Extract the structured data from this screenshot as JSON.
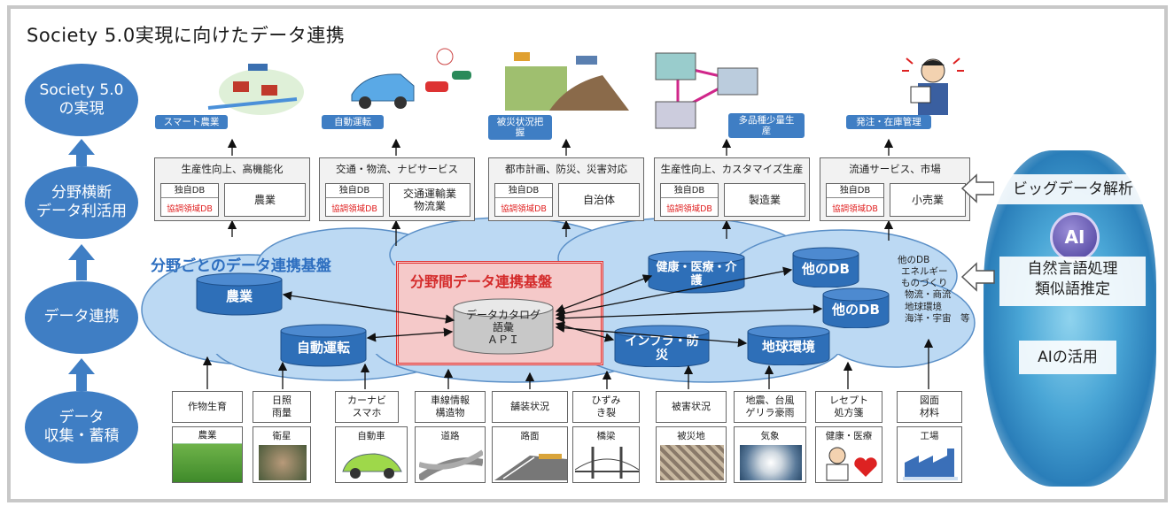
{
  "title": "Society 5.0実現に向けたデータ連携",
  "levels": [
    {
      "label": "Society 5.0\nの実現"
    },
    {
      "label": "分野横断\nデータ利活用"
    },
    {
      "label": "データ連携"
    },
    {
      "label": "データ\n収集・蓄積"
    }
  ],
  "applications": [
    {
      "label": "スマート農業"
    },
    {
      "label": "自動運転"
    },
    {
      "label": "被災状況把\n握"
    },
    {
      "label": "多品種少量生\n産"
    },
    {
      "label": "発注・在庫管理"
    }
  ],
  "domains": [
    {
      "title": "生産性向上、高機能化",
      "name": "農業",
      "own_db": "独自DB",
      "coop_db": "協調領域DB"
    },
    {
      "title": "交通・物流、ナビサービス",
      "name": "交通運輸業\n物流業",
      "own_db": "独自DB",
      "coop_db": "協調領域DB"
    },
    {
      "title": "都市計画、防災、災害対応",
      "name": "自治体",
      "own_db": "独自DB",
      "coop_db": "協調領域DB"
    },
    {
      "title": "生産性向上、カスタマイズ生産",
      "name": "製造業",
      "own_db": "独自DB",
      "coop_db": "協調領域DB"
    },
    {
      "title": "流通サービス、市場",
      "name": "小売業",
      "own_db": "独自DB",
      "coop_db": "協調領域DB"
    }
  ],
  "platform": {
    "field_label": "分野ごとのデータ連携基盤",
    "hub_title": "分野間データ連携基盤",
    "hub_db": "データカタログ\n語彙\nＡＰＩ"
  },
  "db_nodes": [
    {
      "label": "農業"
    },
    {
      "label": "自動運転"
    },
    {
      "label": "健康・医療・介\n護"
    },
    {
      "label": "他のDB"
    },
    {
      "label": "他のDB"
    },
    {
      "label": "インフラ・防\n災"
    },
    {
      "label": "地球環境"
    }
  ],
  "others_list": [
    "他のDB",
    "エネルギー",
    "ものづくり",
    "物流・商流",
    "地球環境",
    "海洋・宇宙　等"
  ],
  "sources": [
    {
      "top": "作物生育",
      "bottom": "農業"
    },
    {
      "top": "日照\n雨量",
      "bottom": "衛星"
    },
    {
      "top": "カーナビ\nスマホ",
      "bottom": "自動車"
    },
    {
      "top": "車線情報\n構造物",
      "bottom": "道路"
    },
    {
      "top": "舗装状況",
      "bottom": "路面"
    },
    {
      "top": "ひずみ\nき裂",
      "bottom": "橋梁"
    },
    {
      "top": "被害状況",
      "bottom": "被災地"
    },
    {
      "top": "地震、台風\nゲリラ豪雨",
      "bottom": "気象"
    },
    {
      "top": "レセプト\n処方箋",
      "bottom": "健康・医療"
    },
    {
      "top": "図面\n材料",
      "bottom": "工場"
    }
  ],
  "ai": {
    "bigdata": "ビッグデータ解析",
    "ai_badge": "AI",
    "nlp": "自然言語処理\n類似語推定",
    "usage": "AIの活用"
  },
  "colors": {
    "primary": "#3f7ec4",
    "db_node": "#2e6fb8",
    "hub_border": "#e03434",
    "hub_fill": "#f5c9c9",
    "coop_text": "#e02020"
  }
}
